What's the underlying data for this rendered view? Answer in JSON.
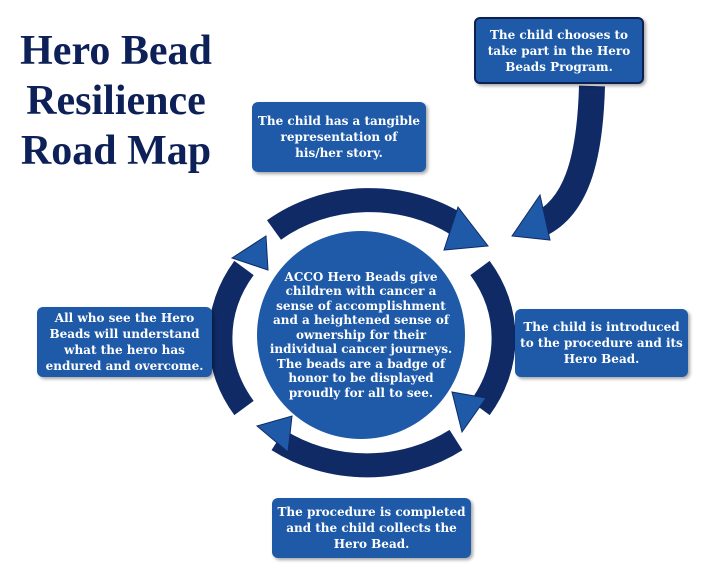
{
  "title": {
    "line1": "Hero Bead",
    "line2": "Resilience",
    "line3": "Road Map"
  },
  "center_text": "ACCO Hero Beads give children with cancer a sense of accomplishment and a heightened sense of ownership for their individual cancer journeys. The beads are a badge of honor to be displayed proudly for all to see.",
  "steps": {
    "choose": "The child chooses to take part in the Hero Beads Program.",
    "introduced": "The child is introduced to the procedure and its Hero Bead.",
    "completed": "The procedure is completed and the child collects the Hero Bead.",
    "all_see": "All who see the Hero Beads will understand what the hero has endured and overcome.",
    "tangible": "The child has a tangible representation of his/her story."
  },
  "colors": {
    "ring": "#102a66",
    "arrowhead": "#1e5aa8",
    "box": "#1e5aa8",
    "center_circle": "#1e5aa8",
    "title": "#0d2057"
  }
}
